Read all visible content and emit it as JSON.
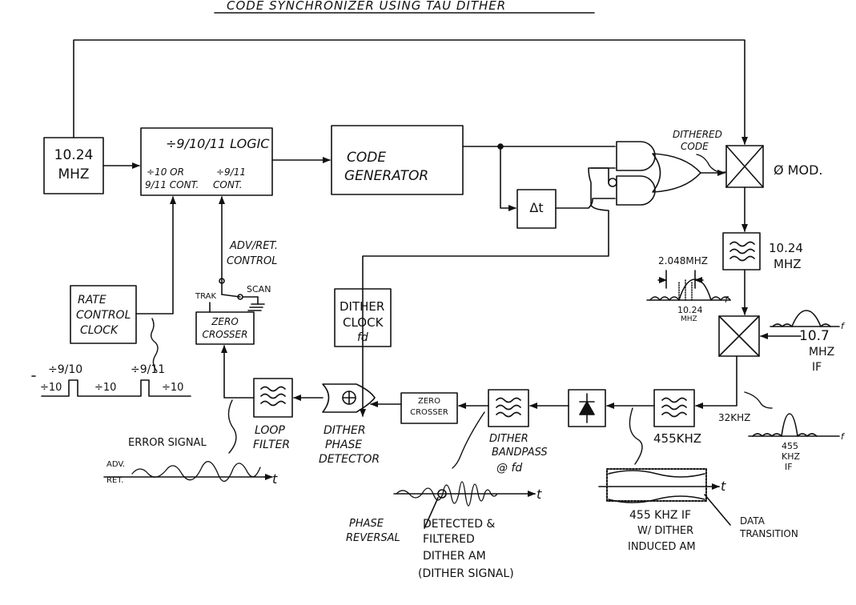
{
  "title": "CODE   SYNCHRONIZER USING TAU DITHER",
  "blocks": {
    "osc_top": "10.24",
    "osc_bottom": "MHZ",
    "logic_title": "÷9/10/11 LOGIC",
    "logic_left_1": "÷10 OR",
    "logic_left_2": "9/11 CONT.",
    "logic_right_1": "÷9/11",
    "logic_right_2": "CONT.",
    "codegen_1": "CODE",
    "codegen_2": "GENERATOR",
    "delta_t": "Δt",
    "phi_mod": "Ø MOD.",
    "dithered_code_1": "DITHERED",
    "dithered_code_2": "CODE",
    "rate_1": "RATE",
    "rate_2": "CONTROL",
    "rate_3": "CLOCK",
    "zc1_1": "ZERO",
    "zc1_2": "CROSSER",
    "adv_ret_1": "ADV/RET.",
    "adv_ret_2": "CONTROL",
    "trak": "TRAK",
    "scan": "SCAN",
    "dither_clock_1": "DITHER",
    "dither_clock_2": "CLOCK",
    "dither_clock_3": "fd",
    "bpf1_1": "10.24",
    "bpf1_2": "MHZ",
    "lo_1": "10.7",
    "lo_2": "MHZ",
    "lo_3": "IF",
    "bw": "2.048MHZ",
    "spec1_1": "10.24",
    "spec1_2": "MHZ",
    "if455": "455KHZ",
    "bw2": "32KHZ",
    "spec2_1": "455",
    "spec2_2": "KHZ",
    "spec2_3": "IF",
    "zc2_1": "ZERO",
    "zc2_2": "CROSSER",
    "dbp_1": "DITHER",
    "dbp_2": "BANDPASS",
    "dbp_3": "@ fd",
    "pd_1": "DITHER",
    "pd_2": "PHASE",
    "pd_3": "DETECTOR",
    "lf_1": "LOOP",
    "lf_2": "FILTER",
    "err": "ERROR SIGNAL",
    "adv": "ADV.",
    "ret": "RET.",
    "t": "t",
    "d910": "÷9/10",
    "d911": "÷9/11",
    "d10": "÷10",
    "phase_rev_1": "PHASE",
    "phase_rev_2": "REVERSAL",
    "det_1": "DETECTED &",
    "det_2": "FILTERED",
    "det_3": "DITHER AM",
    "det_4": "(DITHER SIGNAL)",
    "if_note_1": "455 KHZ IF",
    "if_note_2": "W/ DITHER",
    "if_note_3": "INDUCED AM",
    "data_tr_1": "DATA",
    "data_tr_2": "TRANSITION",
    "f": "f"
  }
}
